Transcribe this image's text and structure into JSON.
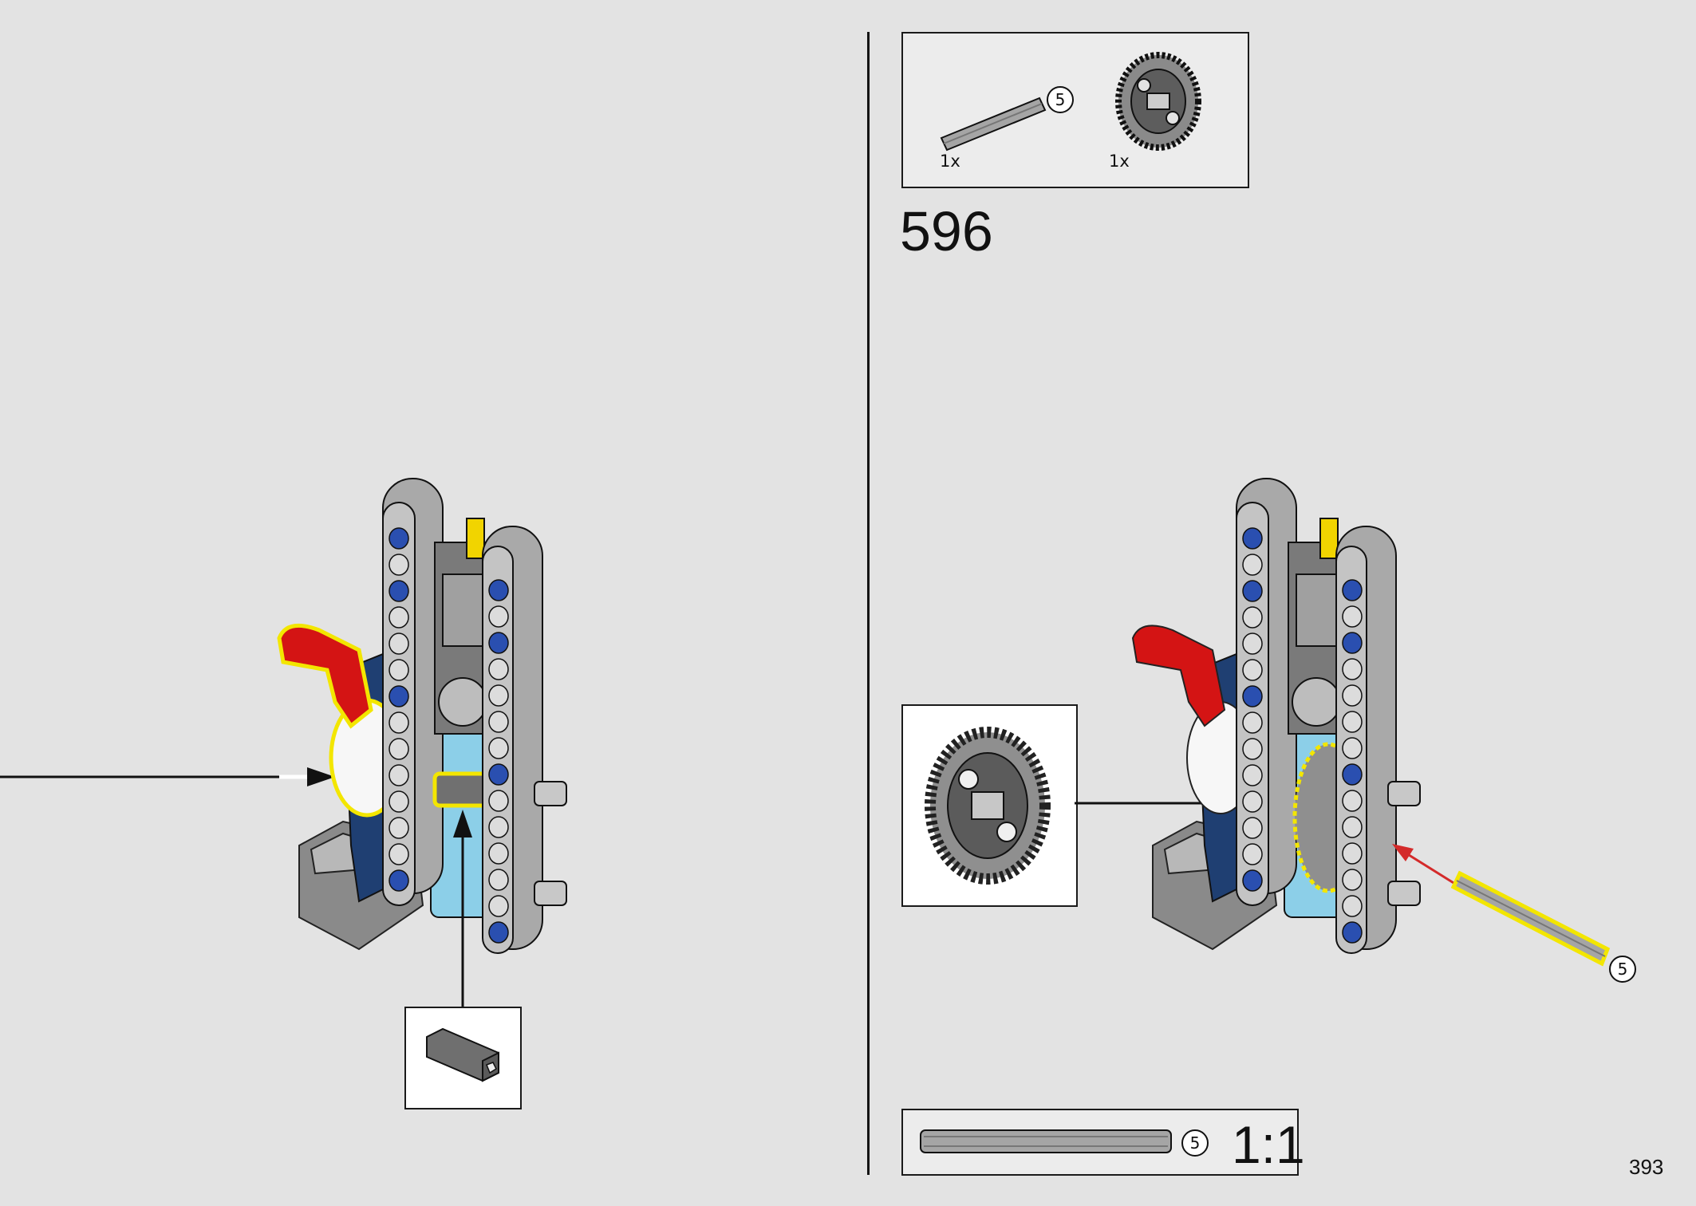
{
  "parts_list": {
    "axle": {
      "qty": "1x",
      "length": "5"
    },
    "gear": {
      "qty": "1x"
    }
  },
  "step": {
    "number": "596"
  },
  "ruler": {
    "length": "5",
    "scale": "1:1"
  },
  "page": {
    "number": "393"
  },
  "colors": {
    "beam_gray": "#a9a9a9",
    "dark_gray": "#6f6f6f",
    "red": "#d41414",
    "light_blue": "#8ccfe8",
    "dark_blue": "#1f3f72",
    "highlight": "#f3e600",
    "pin_blue": "#2a4fb0",
    "arrow_red": "#d42a2a"
  }
}
